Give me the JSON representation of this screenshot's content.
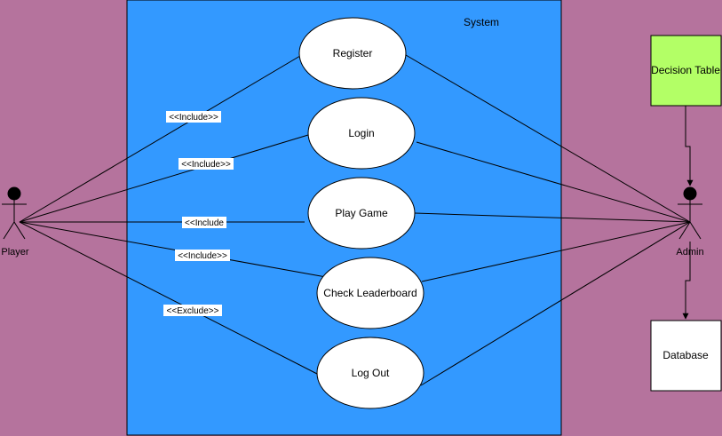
{
  "colors": {
    "background": "#b5739d",
    "system_fill": "#3399ff",
    "decision_table_fill": "#b3ff66",
    "usecase_fill": "#ffffff",
    "stroke": "#000000"
  },
  "system": {
    "label": "System"
  },
  "actors": {
    "player": {
      "label": "Player",
      "icon": "stick-figure-icon"
    },
    "admin": {
      "label": "Admin",
      "icon": "stick-figure-icon"
    }
  },
  "use_cases": {
    "register": "Register",
    "login": "Login",
    "play_game": "Play Game",
    "check_leaderboard": "Check Leaderboard",
    "log_out": "Log Out"
  },
  "relationship_labels": {
    "register": "<<Include>>",
    "login": "<<Include>>",
    "play_game": "<<Include",
    "check_leaderboard": "<<Include>>",
    "log_out": "<<Exclude>>"
  },
  "external": {
    "decision_table": "Decision Table",
    "database": "Database"
  }
}
